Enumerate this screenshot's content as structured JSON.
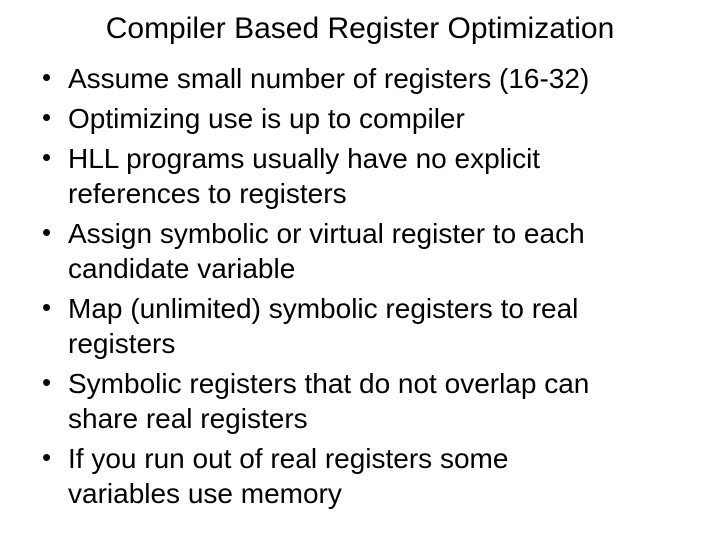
{
  "slide": {
    "title": "Compiler Based Register Optimization",
    "bullet_char": "•",
    "bullets": [
      {
        "lines": [
          "Assume small number of registers (16-32)"
        ]
      },
      {
        "lines": [
          "Optimizing use is up to compiler"
        ]
      },
      {
        "lines": [
          "HLL programs usually have no explicit",
          "references to registers"
        ]
      },
      {
        "lines": [
          "Assign symbolic or virtual register to each",
          "candidate variable"
        ]
      },
      {
        "lines": [
          "Map (unlimited) symbolic registers to real",
          "registers"
        ]
      },
      {
        "lines": [
          "Symbolic registers that do not overlap can",
          "share real registers"
        ]
      },
      {
        "lines": [
          "If you run out of real registers some",
          "variables use memory"
        ]
      }
    ],
    "colors": {
      "background": "#ffffff",
      "text": "#000000"
    }
  }
}
